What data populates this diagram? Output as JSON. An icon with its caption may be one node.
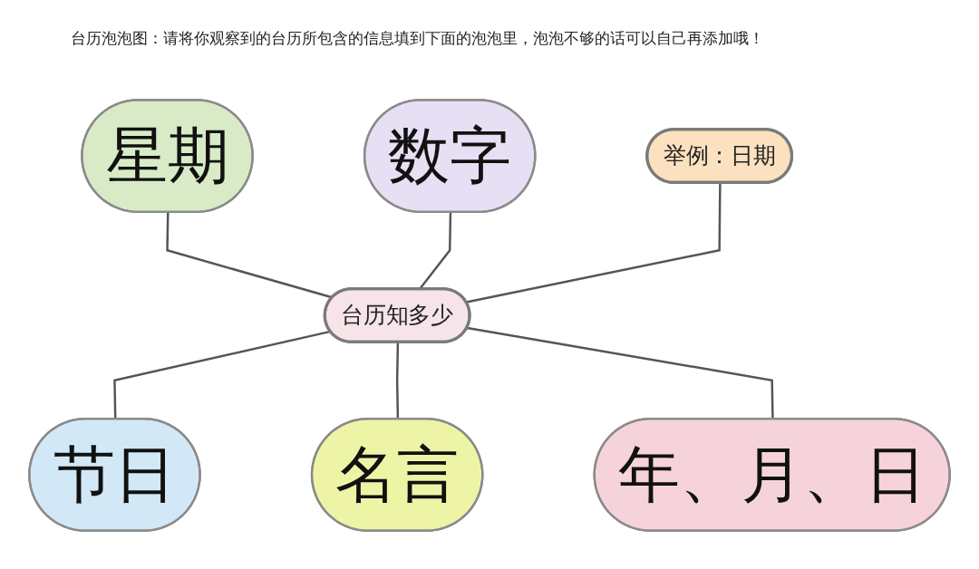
{
  "diagram": {
    "title": "台历泡泡图：请将你观察到的台历所包含的信息填到下面的泡泡里，泡泡不够的话可以自己再添加哦！",
    "nodes": [
      {
        "text": [
          "数字"
        ]
      },
      {
        "text": [
          "举例：日期"
        ]
      },
      {
        "text": [
          "星期"
        ]
      },
      {
        "text": [
          "台历知多少"
        ]
      },
      {
        "text": [
          "节日"
        ]
      },
      {
        "text": [
          "年、月、日"
        ]
      },
      {
        "text": [
          "名言"
        ]
      }
    ],
    "edges": [
      {
        "from": 2,
        "to": 3,
        "arrow": "none"
      },
      {
        "from": 0,
        "to": 3,
        "arrow": "none"
      },
      {
        "from": 1,
        "to": 3,
        "arrow": "none"
      },
      {
        "from": 3,
        "to": 4,
        "arrow": "none"
      },
      {
        "from": 3,
        "to": 6,
        "arrow": "none"
      },
      {
        "from": 3,
        "to": 5,
        "arrow": "none"
      }
    ]
  }
}
